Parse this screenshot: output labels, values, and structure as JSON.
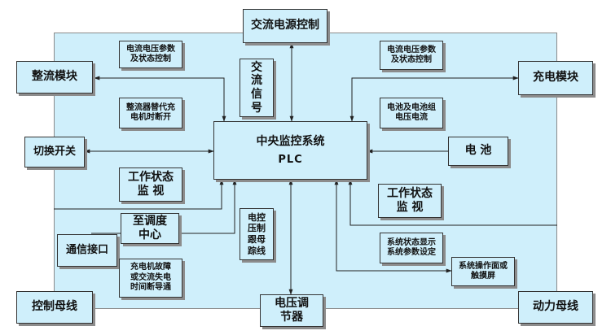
{
  "colors": {
    "panel_fill": "#cfeffb",
    "box_border": "#333333",
    "box_shadow": "#8c8c8c",
    "line": "#222222"
  },
  "center": {
    "line1": "中央监控系统",
    "line2": "PLC"
  },
  "boxes": {
    "ac_power_control": "交流电源控制",
    "rectifier_module": "整流模块",
    "charging_module": "充电模块",
    "transfer_switch": "切换开关",
    "battery": "电    池",
    "comm_interface": "通信接口",
    "control_bus": "控制母线",
    "power_bus": "动力母线",
    "voltage_regulator": "电压调\n节器",
    "touch_screen": "系统操作面或\n触摸屏"
  },
  "labels": {
    "current_voltage_params_left": "电流电压参数\n及状态控制",
    "current_voltage_params_right": "电流电压参数\n及状态控制",
    "ac_signal": "交\n流\n信\n号",
    "rectifier_replace": "整流器替代充\n电机时断开",
    "battery_current_voltage": "电池及电池组\n电压电流",
    "work_status_left": "工作状态\n监  视",
    "work_status_right": "工作状态\n监  视",
    "to_dispatch": "至调度\n中心",
    "charger_fault": "充电机故障\n或交流失电\n时间断导通",
    "voltage_tracking": "电控\n压制\n跟母\n踪线",
    "system_status": "系统状态显示\n系统参数设定"
  }
}
